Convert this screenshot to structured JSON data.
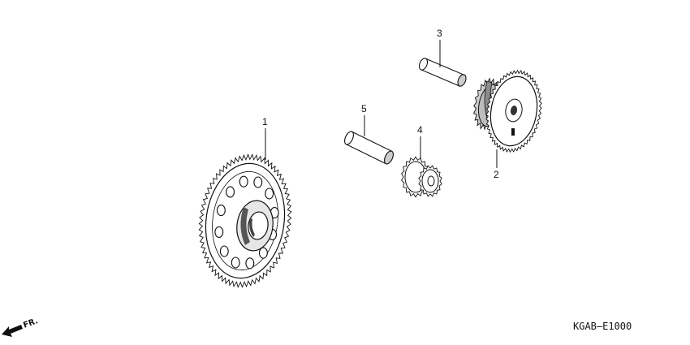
{
  "callouts": [
    "1",
    "2",
    "3",
    "4",
    "5"
  ],
  "direction_label": "FR.",
  "diagram_code": "KGAB—E1000"
}
